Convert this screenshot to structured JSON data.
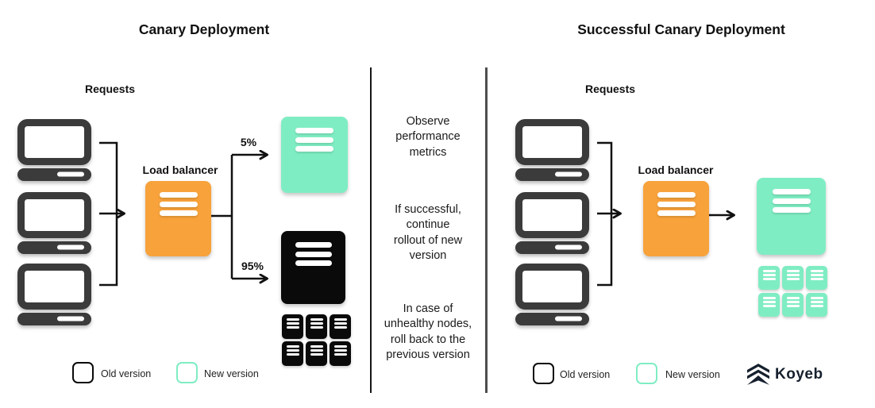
{
  "left": {
    "title": "Canary Deployment",
    "requests_label": "Requests",
    "load_balancer_label": "Load balancer",
    "canary_percent": "5%",
    "stable_percent": "95%"
  },
  "middle": {
    "notes": [
      "Observe\nperformance\nmetrics",
      "If successful,\ncontinue\nrollout of new\nversion",
      "In case of\nunhealthy nodes,\nroll back to the\nprevious version"
    ]
  },
  "right": {
    "title": "Successful Canary Deployment",
    "requests_label": "Requests",
    "load_balancer_label": "Load balancer"
  },
  "legend": {
    "old_label": "Old version",
    "new_label": "New version"
  },
  "brand": {
    "name": "Koyeb"
  },
  "colors": {
    "load_balancer_orange": "#F7A23B",
    "new_version_green": "#7FEDC3",
    "old_version_black": "#0A0A0A",
    "laptop_gray": "#3B3B3B",
    "brand_navy": "#16202E"
  }
}
